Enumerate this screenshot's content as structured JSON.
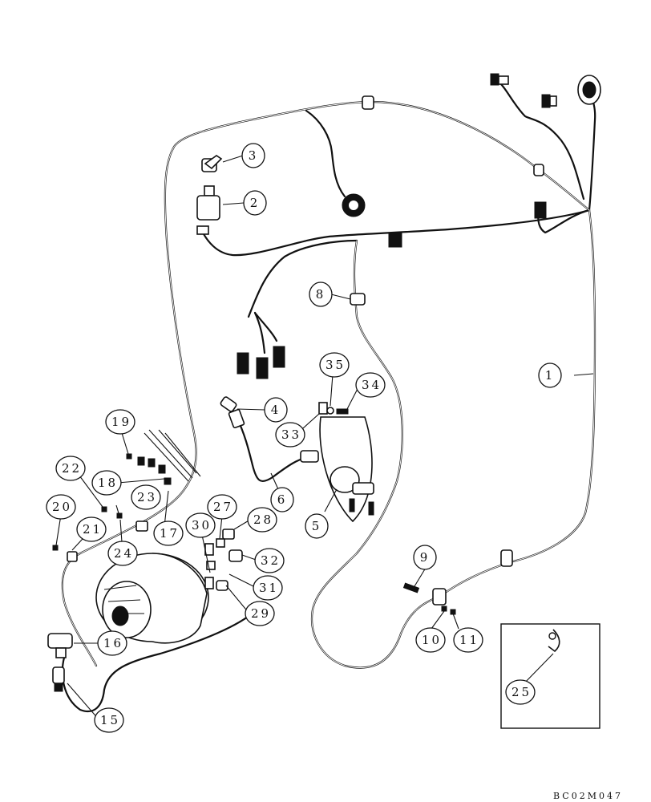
{
  "callouts": [
    {
      "id": "c1",
      "label": "1"
    },
    {
      "id": "c2",
      "label": "2"
    },
    {
      "id": "c3",
      "label": "3"
    },
    {
      "id": "c4",
      "label": "4"
    },
    {
      "id": "c5",
      "label": "5"
    },
    {
      "id": "c6",
      "label": "6"
    },
    {
      "id": "c8",
      "label": "8"
    },
    {
      "id": "c9",
      "label": "9"
    },
    {
      "id": "c10",
      "label": "10"
    },
    {
      "id": "c11",
      "label": "11"
    },
    {
      "id": "c15",
      "label": "15"
    },
    {
      "id": "c16",
      "label": "16"
    },
    {
      "id": "c17",
      "label": "17"
    },
    {
      "id": "c18",
      "label": "18"
    },
    {
      "id": "c19",
      "label": "19"
    },
    {
      "id": "c20",
      "label": "20"
    },
    {
      "id": "c21",
      "label": "21"
    },
    {
      "id": "c22",
      "label": "22"
    },
    {
      "id": "c23",
      "label": "23"
    },
    {
      "id": "c24",
      "label": "24"
    },
    {
      "id": "c25",
      "label": "25"
    },
    {
      "id": "c27",
      "label": "27"
    },
    {
      "id": "c28",
      "label": "28"
    },
    {
      "id": "c29",
      "label": "29"
    },
    {
      "id": "c30",
      "label": "30"
    },
    {
      "id": "c31",
      "label": "31"
    },
    {
      "id": "c32",
      "label": "32"
    },
    {
      "id": "c33",
      "label": "33"
    },
    {
      "id": "c34",
      "label": "34"
    },
    {
      "id": "c35",
      "label": "35"
    }
  ],
  "figure_id": "BC02M047",
  "colors": {
    "line": "#111111",
    "background": "#ffffff"
  }
}
